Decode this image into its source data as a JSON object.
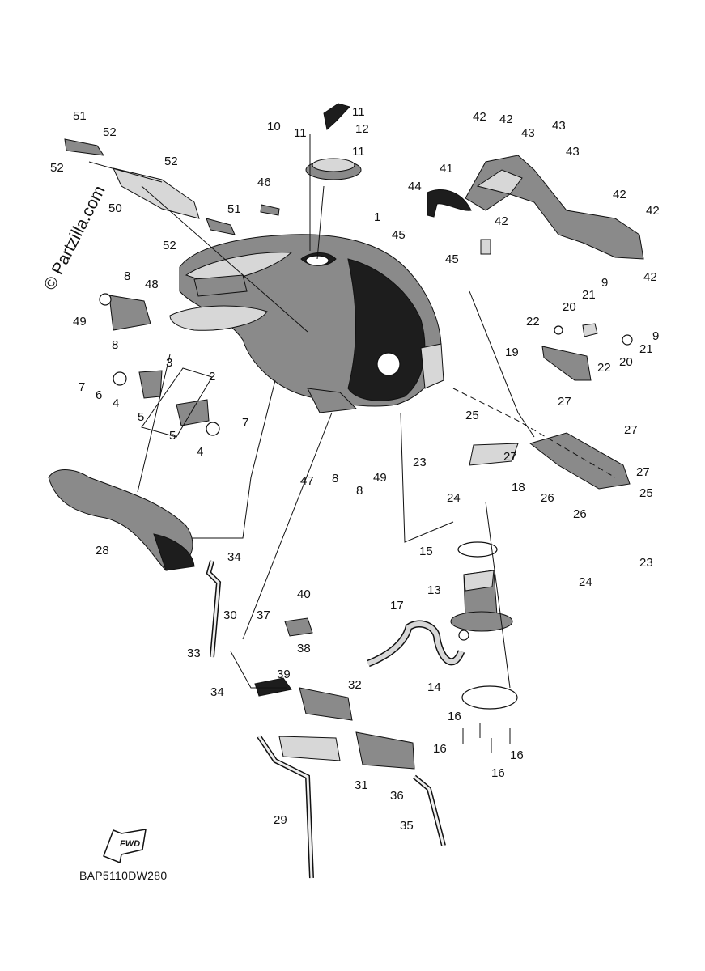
{
  "diagram": {
    "code": "BAP5110DW280",
    "watermark": "© Partzilla.com",
    "fwd_label": "FWD",
    "callouts": [
      "1",
      "2",
      "3",
      "4",
      "4",
      "5",
      "5",
      "6",
      "7",
      "7",
      "8",
      "8",
      "8",
      "8",
      "9",
      "9",
      "10",
      "11",
      "11",
      "11",
      "12",
      "13",
      "14",
      "15",
      "16",
      "16",
      "16",
      "16",
      "17",
      "18",
      "19",
      "20",
      "20",
      "21",
      "21",
      "22",
      "22",
      "23",
      "23",
      "24",
      "24",
      "25",
      "25",
      "26",
      "26",
      "27",
      "27",
      "27",
      "27",
      "28",
      "29",
      "30",
      "31",
      "32",
      "33",
      "34",
      "34",
      "35",
      "36",
      "37",
      "38",
      "39",
      "40",
      "41",
      "42",
      "42",
      "42",
      "42",
      "42",
      "42",
      "43",
      "43",
      "43",
      "44",
      "45",
      "45",
      "46",
      "47",
      "48",
      "49",
      "49",
      "50",
      "51",
      "51",
      "52",
      "52",
      "52",
      "52"
    ]
  }
}
